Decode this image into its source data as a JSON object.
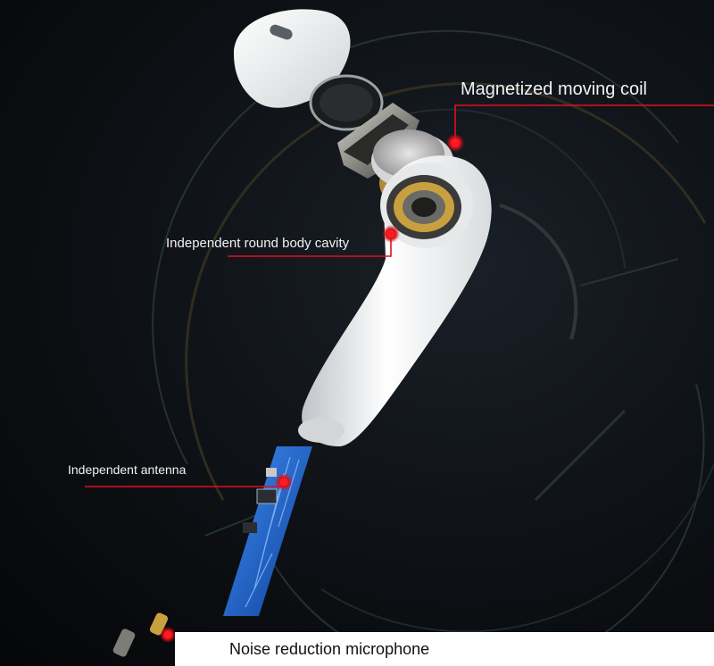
{
  "labels": {
    "coil": "Magnetized moving coil",
    "cavity": "Independent round body cavity",
    "antenna": "Independent antenna",
    "microphone": "Noise reduction microphone"
  },
  "colors": {
    "background": "#0a0c10",
    "accent_red": "#e0101e",
    "earbud_white": "#f4f4f4",
    "pcb_blue": "#1f6fd6",
    "hud_lines": "#2a3a3a"
  }
}
